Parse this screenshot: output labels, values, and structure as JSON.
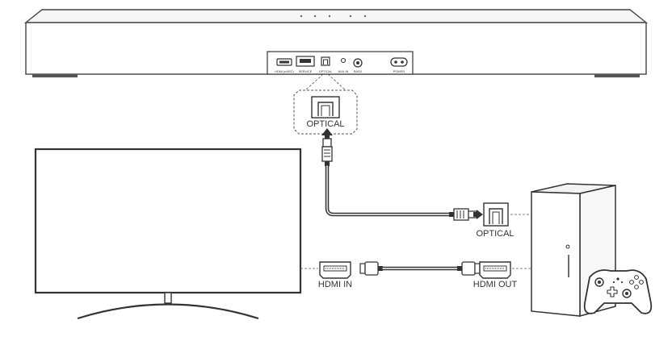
{
  "soundbar": {
    "ports": {
      "hdmi_arc": "HDMI (eARC)",
      "service": "SERVICE",
      "optical": "OPTICAL",
      "aux_in": "AUX IN",
      "bass": "BASS",
      "power": "POWER"
    },
    "zoom_label": "OPTICAL"
  },
  "console": {
    "optical_label": "OPTICAL",
    "hdmi_out_label": "HDMI OUT"
  },
  "tv": {
    "hdmi_in_label": "HDMI IN"
  },
  "colors": {
    "line": "#444444",
    "cable": "#333333",
    "body_fill": "#ffffff",
    "shade": "#f4f4f4"
  }
}
